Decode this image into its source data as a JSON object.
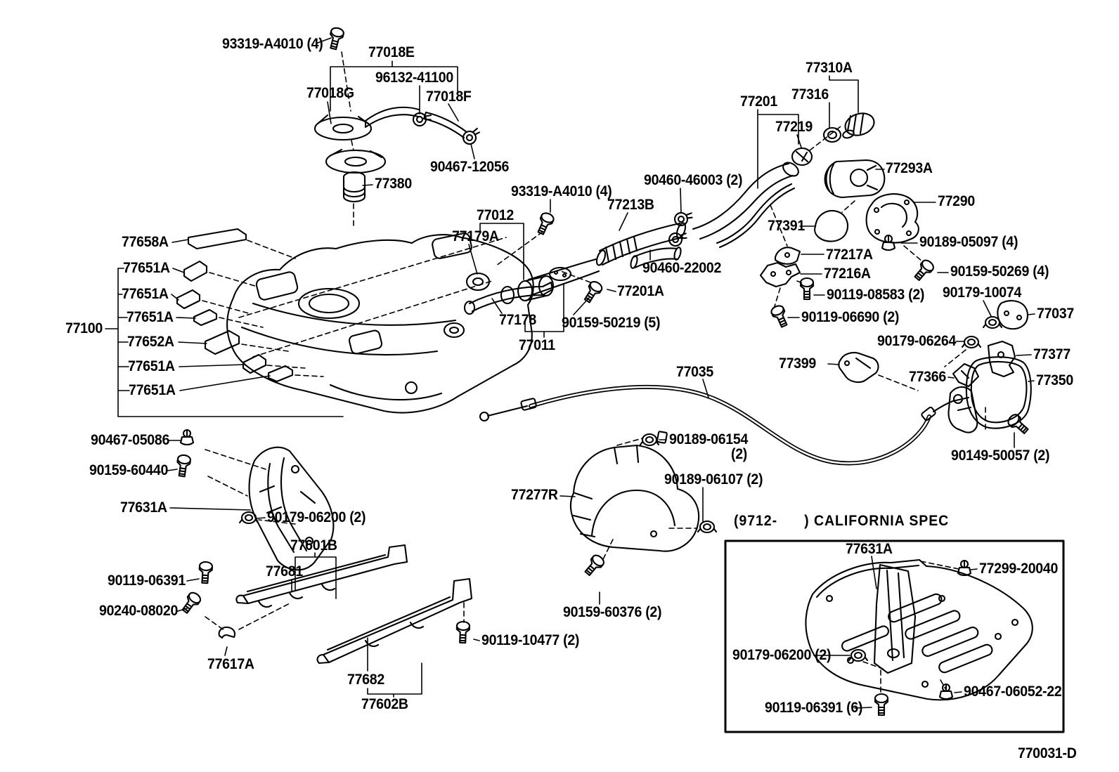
{
  "colors": {
    "background": "#ffffff",
    "line": "#000000"
  },
  "california_box": {
    "title": "(9712-      ) CALIFORNIA SPEC"
  },
  "drawing_number": "770031-D",
  "labels": [
    {
      "id": "93319-A4010-top",
      "text": "93319-A4010 (4)"
    },
    {
      "id": "77018E",
      "text": "77018E"
    },
    {
      "id": "96132-41100",
      "text": "96132-41100"
    },
    {
      "id": "77018G",
      "text": "77018G"
    },
    {
      "id": "77018F",
      "text": "77018F"
    },
    {
      "id": "90467-12056",
      "text": "90467-12056"
    },
    {
      "id": "77380",
      "text": "77380"
    },
    {
      "id": "77310A",
      "text": "77310A"
    },
    {
      "id": "77316",
      "text": "77316"
    },
    {
      "id": "77201",
      "text": "77201"
    },
    {
      "id": "77219",
      "text": "77219"
    },
    {
      "id": "77293A",
      "text": "77293A"
    },
    {
      "id": "77290",
      "text": "77290"
    },
    {
      "id": "77391",
      "text": "77391"
    },
    {
      "id": "90189-05097",
      "text": "90189-05097 (4)"
    },
    {
      "id": "90159-50269",
      "text": "90159-50269 (4)"
    },
    {
      "id": "77658A",
      "text": "77658A"
    },
    {
      "id": "77651A-1",
      "text": "77651A"
    },
    {
      "id": "77651A-2",
      "text": "77651A"
    },
    {
      "id": "77651A-3",
      "text": "77651A"
    },
    {
      "id": "77100",
      "text": "77100"
    },
    {
      "id": "77652A",
      "text": "77652A"
    },
    {
      "id": "77651A-4",
      "text": "77651A"
    },
    {
      "id": "77651A-5",
      "text": "77651A"
    },
    {
      "id": "93319-A4010-mid",
      "text": "93319-A4010 (4)"
    },
    {
      "id": "77012",
      "text": "77012"
    },
    {
      "id": "77179A",
      "text": "77179A"
    },
    {
      "id": "77213B",
      "text": "77213B"
    },
    {
      "id": "90460-46003",
      "text": "90460-46003 (2)"
    },
    {
      "id": "90460-22002",
      "text": "90460-22002"
    },
    {
      "id": "77201A",
      "text": "77201A"
    },
    {
      "id": "77178",
      "text": "77178"
    },
    {
      "id": "90159-50219",
      "text": "90159-50219 (5)"
    },
    {
      "id": "77011",
      "text": "77011"
    },
    {
      "id": "77035",
      "text": "77035"
    },
    {
      "id": "77217A",
      "text": "77217A"
    },
    {
      "id": "77216A",
      "text": "77216A"
    },
    {
      "id": "90119-08583",
      "text": "90119-08583 (2)"
    },
    {
      "id": "90179-10074",
      "text": "90179-10074"
    },
    {
      "id": "90119-06690",
      "text": "90119-06690 (2)"
    },
    {
      "id": "77037",
      "text": "77037"
    },
    {
      "id": "90179-06264",
      "text": "90179-06264"
    },
    {
      "id": "77377",
      "text": "77377"
    },
    {
      "id": "77399",
      "text": "77399"
    },
    {
      "id": "77366",
      "text": "77366"
    },
    {
      "id": "77350",
      "text": "77350"
    },
    {
      "id": "90149-50057",
      "text": "90149-50057 (2)"
    },
    {
      "id": "90467-05086",
      "text": "90467-05086"
    },
    {
      "id": "90159-60440",
      "text": "90159-60440"
    },
    {
      "id": "77631A-main",
      "text": "77631A"
    },
    {
      "id": "90179-06200-main",
      "text": "90179-06200 (2)"
    },
    {
      "id": "77601B",
      "text": "77601B"
    },
    {
      "id": "77681",
      "text": "77681"
    },
    {
      "id": "90119-06391-main",
      "text": "90119-06391"
    },
    {
      "id": "90240-08020",
      "text": "90240-08020"
    },
    {
      "id": "77617A",
      "text": "77617A"
    },
    {
      "id": "77682",
      "text": "77682"
    },
    {
      "id": "77602B",
      "text": "77602B"
    },
    {
      "id": "90119-10477",
      "text": "90119-10477 (2)"
    },
    {
      "id": "77277R",
      "text": "77277R"
    },
    {
      "id": "90189-06154",
      "text": "90189-06154"
    },
    {
      "id": "90189-06154-qty",
      "text": "(2)"
    },
    {
      "id": "90189-06107",
      "text": "90189-06107 (2)"
    },
    {
      "id": "90159-60376",
      "text": "90159-60376 (2)"
    },
    {
      "id": "california-title",
      "text": "(9712-      ) CALIFORNIA SPEC"
    },
    {
      "id": "77631A-cal",
      "text": "77631A"
    },
    {
      "id": "77299-20040",
      "text": "77299-20040"
    },
    {
      "id": "90179-06200-cal",
      "text": "90179-06200 (2)"
    },
    {
      "id": "90467-06052-22",
      "text": "90467-06052-22"
    },
    {
      "id": "90119-06391-cal",
      "text": "90119-06391 (6)"
    },
    {
      "id": "drawing-number",
      "text": "770031-D"
    }
  ]
}
